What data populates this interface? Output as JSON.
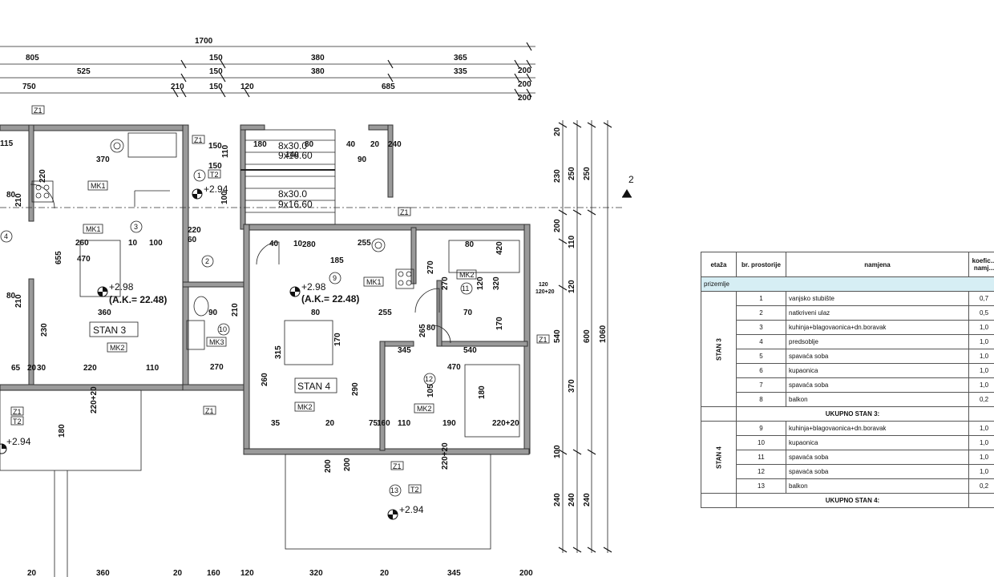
{
  "dims_top": {
    "row1": [
      "1700"
    ],
    "row2": [
      "805",
      "150",
      "380",
      "365",
      "200"
    ],
    "row3": [
      "525",
      "150",
      "380",
      "335",
      "200"
    ],
    "row4": [
      "750",
      "210",
      "150",
      "120",
      "685",
      "200"
    ]
  },
  "dims_right": [
    "20",
    "230",
    "250",
    "250",
    "200",
    "110",
    "120",
    "120",
    "120+20",
    "540",
    "600",
    "1060",
    "370",
    "100",
    "240",
    "240",
    "240"
  ],
  "dims_bottom": [
    "20",
    "360",
    "20",
    "160",
    "120",
    "320",
    "20",
    "345",
    "200"
  ],
  "section_marker": "2",
  "wall_tags": [
    "Z1",
    "Z1",
    "T2",
    "Z1",
    "Z1",
    "T2",
    "Z1",
    "Z1",
    "T2",
    "Z1"
  ],
  "furniture": [
    "MK1",
    "MK1",
    "MK2",
    "MK3",
    "MK1",
    "MK2",
    "MK2",
    "MK2"
  ],
  "levels": [
    "+2.94",
    "+2.98",
    "(A.K.= 22.48)",
    "+2.98",
    "(A.K.= 22.48)",
    "+2.94",
    "+2.94"
  ],
  "stairs": [
    "8x30.0",
    "9x16.60",
    "8x30.0",
    "9x16.60"
  ],
  "room_numbers": [
    "1",
    "2",
    "3",
    "4",
    "9",
    "10",
    "11",
    "12",
    "13"
  ],
  "apartments": [
    "STAN 3",
    "STAN 4"
  ],
  "inner_dims": [
    "115",
    "370",
    "220",
    "80",
    "210",
    "260",
    "10",
    "100",
    "470",
    "655",
    "80",
    "210",
    "360",
    "230",
    "65",
    "20",
    "30",
    "220",
    "110",
    "150",
    "110",
    "150",
    "100",
    "220",
    "60",
    "180",
    "80",
    "40",
    "20",
    "240",
    "140",
    "90",
    "40",
    "10",
    "280",
    "255",
    "80",
    "420",
    "185",
    "270",
    "270",
    "120",
    "320",
    "80",
    "255",
    "70",
    "170",
    "90",
    "210",
    "80",
    "265",
    "345",
    "540",
    "470",
    "170",
    "315",
    "270",
    "260",
    "290",
    "105",
    "180",
    "35",
    "20",
    "75",
    "160",
    "110",
    "190",
    "220+20",
    "180",
    "220+20",
    "200",
    "200",
    "220+20"
  ],
  "table": {
    "headers": [
      "etaža",
      "br. prostorije",
      "namjena",
      "koefic... namj..."
    ],
    "floor": "prizemlje",
    "groups": [
      {
        "name": "STAN 3",
        "rows": [
          {
            "no": "1",
            "use": "vanjsko stubište",
            "k": "0,7"
          },
          {
            "no": "2",
            "use": "natkriveni ulaz",
            "k": "0,5"
          },
          {
            "no": "3",
            "use": "kuhinja+blagovaonica+dn.boravak",
            "k": "1,0"
          },
          {
            "no": "4",
            "use": "predsoblje",
            "k": "1,0"
          },
          {
            "no": "5",
            "use": "spavaća soba",
            "k": "1,0"
          },
          {
            "no": "6",
            "use": "kupaonica",
            "k": "1,0"
          },
          {
            "no": "7",
            "use": "spavaća soba",
            "k": "1,0"
          },
          {
            "no": "8",
            "use": "balkon",
            "k": "0,2"
          }
        ],
        "total": "UKUPNO STAN 3:"
      },
      {
        "name": "STAN 4",
        "rows": [
          {
            "no": "9",
            "use": "kuhinja+blagovaonica+dn.boravak",
            "k": "1,0"
          },
          {
            "no": "10",
            "use": "kupaonica",
            "k": "1,0"
          },
          {
            "no": "11",
            "use": "spavaća soba",
            "k": "1,0"
          },
          {
            "no": "12",
            "use": "spavaća soba",
            "k": "1,0"
          },
          {
            "no": "13",
            "use": "balkon",
            "k": "0,2"
          }
        ],
        "total": "UKUPNO STAN 4:"
      }
    ]
  }
}
